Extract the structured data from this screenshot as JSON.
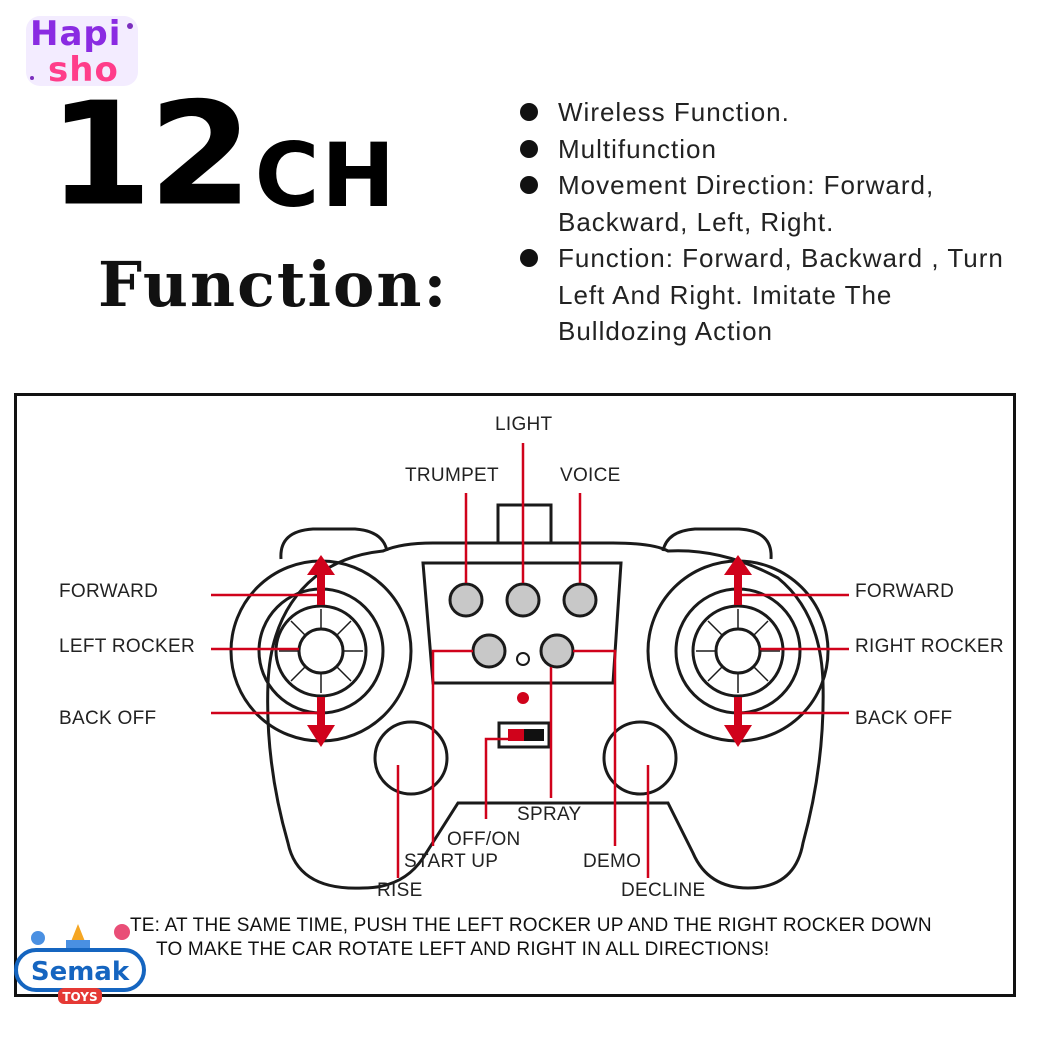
{
  "brand_top": {
    "line1": "Hapi",
    "line2": "sho"
  },
  "headline": {
    "number": "12",
    "suffix": "CH"
  },
  "function_title": "Function:",
  "features": [
    {
      "text": "Wireless Function."
    },
    {
      "text": "Multifunction"
    },
    {
      "text": "Movement Direction: Forward, Backward, Left, Right."
    },
    {
      "text": "Function: Forward, Backward , Turn Left And Right. Imitate The Bulldozing Action"
    }
  ],
  "labels": {
    "light": "LIGHT",
    "trumpet": "TRUMPET",
    "voice": "VOICE",
    "forward_left": "FORWARD",
    "left_rocker": "LEFT ROCKER",
    "back_off_left": "BACK OFF",
    "forward_right": "FORWARD",
    "right_rocker": "RIGHT ROCKER",
    "back_off_right": "BACK OFF",
    "spray": "SPRAY",
    "off_on": "OFF/ON",
    "start_up": "START UP",
    "demo": "DEMO",
    "rise": "RISE",
    "decline": "DECLINE"
  },
  "note": {
    "line1": "TE: AT THE SAME TIME, PUSH THE LEFT ROCKER UP AND THE RIGHT ROCKER DOWN",
    "line2": "TO MAKE THE CAR ROTATE LEFT AND RIGHT IN ALL DIRECTIONS!"
  },
  "brand_bottom": {
    "name": "Semak",
    "sub": "TOYS"
  },
  "colors": {
    "accent_red": "#d0021b",
    "button_gray": "#c8c8c8",
    "outline": "#1a1a1a"
  }
}
